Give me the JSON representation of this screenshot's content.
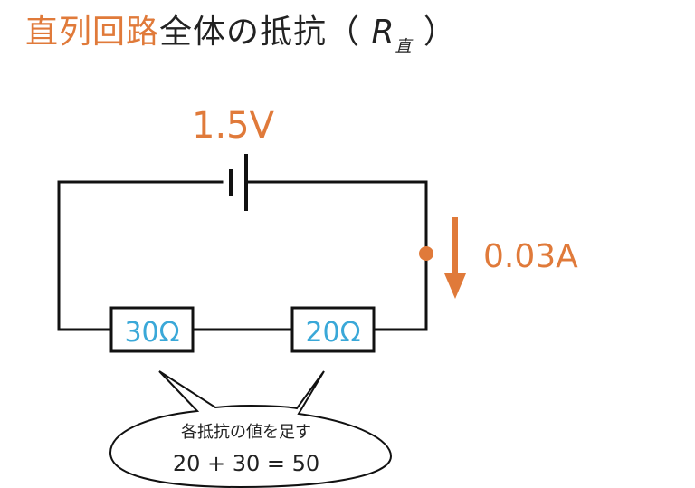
{
  "title": {
    "highlight": "直列回路",
    "rest": "全体の抵抗（ ",
    "symbol": "R",
    "subscript": "直",
    "close": " ）"
  },
  "battery": {
    "voltage_label": "1.5V"
  },
  "current": {
    "label": "0.03A"
  },
  "resistors": [
    {
      "label": "30Ω"
    },
    {
      "label": "20Ω"
    }
  ],
  "callout": {
    "line1": "各抵抗の値を足す",
    "line2": "20 + 30 = 50"
  },
  "colors": {
    "accent": "#e07a3a",
    "resistor_text": "#3aa8d8",
    "wire": "#111111"
  }
}
